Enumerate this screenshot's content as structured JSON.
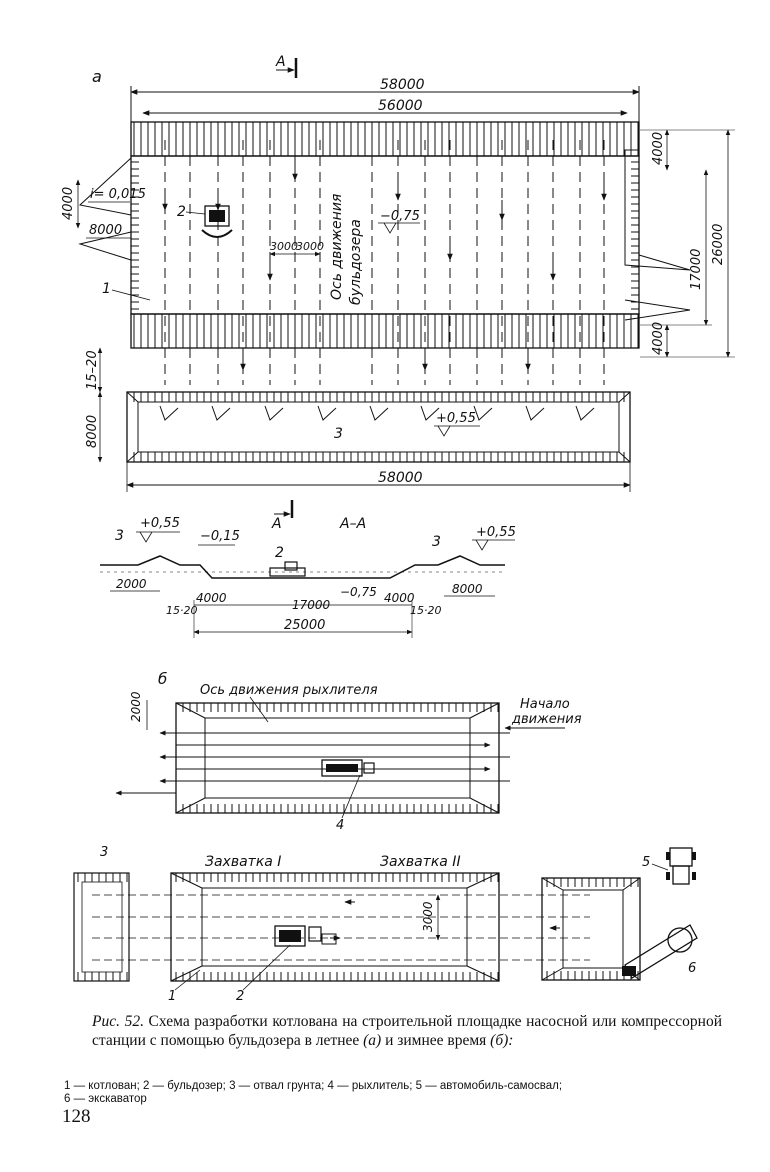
{
  "figure": {
    "panel_a_label": "а",
    "panel_b_label": "б",
    "section_mark": "А",
    "section_title": "А–А",
    "dims_a": {
      "overall_length": "58000",
      "inner_length": "56000",
      "left_height": "4000",
      "slope": "i= 0,015",
      "left_offset": "8000",
      "strip_spacing_1": "3000",
      "strip_spacing_2": "3000",
      "axis_label_1": "Ось движения",
      "axis_label_2": "бульдозера",
      "mark_pit": "−0,75",
      "right_top_band": "4000",
      "right_mid": "17000",
      "right_total": "26000",
      "right_bottom_band": "4000",
      "gap": "15–20",
      "spoil_height": "8000",
      "mark_spoil": "+0,55",
      "spoil_length": "58000"
    },
    "labels_a": {
      "n2": "2",
      "n1": "1",
      "n3": "3"
    },
    "section": {
      "n3_left": "3",
      "mark_left": "+0,55",
      "mark_mid": "−0,15",
      "n2": "2",
      "n3_right": "3",
      "mark_right": "+0,55",
      "dim_left": "2000",
      "dim_right": "8000",
      "mark_bottom": "−0,75",
      "dim_4000_left": "4000",
      "dim_17000": "17000",
      "dim_4000_right": "4000",
      "dim_1520_left": "15·20",
      "dim_1520_right": "15·20",
      "dim_25000": "25000"
    },
    "panel_b": {
      "axis_ripper": "Ось движения рыхлителя",
      "start_1": "Начало",
      "start_2": "движения",
      "dim_2000": "2000",
      "n4": "4"
    },
    "panel_c": {
      "n3": "3",
      "grip_1": "Захватка I",
      "grip_2": "Захватка II",
      "dim_3000": "3000",
      "n5": "5",
      "n6": "6",
      "n1": "1",
      "n2": "2"
    }
  },
  "caption": {
    "prefix": "Рис. 52.",
    "text": " Схема разработки котлована на строительной площадке насосной или компрессорной станции с помощью бульдозера в летнее ",
    "a": "(а)",
    "mid": " и зимнее время ",
    "b": "(б):"
  },
  "legend": {
    "line1": "1 — котлован; 2 — бульдозер; 3 — отвал грунта; 4 — рыхлитель; 5 — автомобиль-самосвал;",
    "line2": "6 — экскаватор"
  },
  "page_number": "128"
}
